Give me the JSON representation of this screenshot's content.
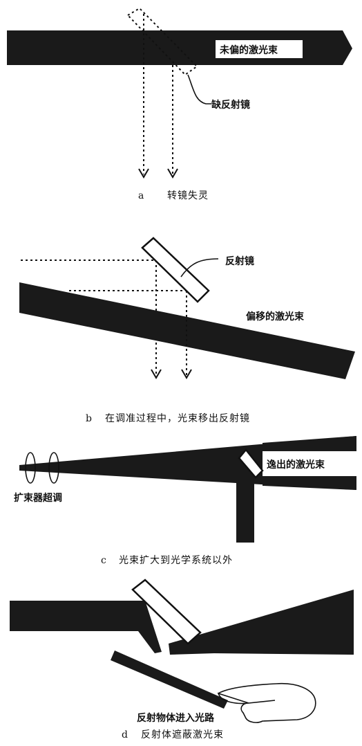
{
  "panel_a": {
    "beam_label": "未偏的激光束",
    "mirror_label": "缺反射镜",
    "caption_letter": "a",
    "caption_text": "转镜失灵"
  },
  "panel_b": {
    "mirror_label": "反射镜",
    "beam_label": "偏移的激光束",
    "caption_letter": "b",
    "caption_text": "在调准过程中，光束移出反射镜"
  },
  "panel_c": {
    "beam_label": "逸出的激光束",
    "expander_label": "扩束器超调",
    "caption_letter": "c",
    "caption_text": "光束扩大到光学系统以外"
  },
  "panel_d": {
    "object_label": "反射物体进入光路",
    "caption_letter": "d",
    "caption_text": "反射体遮蔽激光束"
  },
  "colors": {
    "beam": "#1a1a1a",
    "background": "#ffffff",
    "line": "#111111"
  }
}
